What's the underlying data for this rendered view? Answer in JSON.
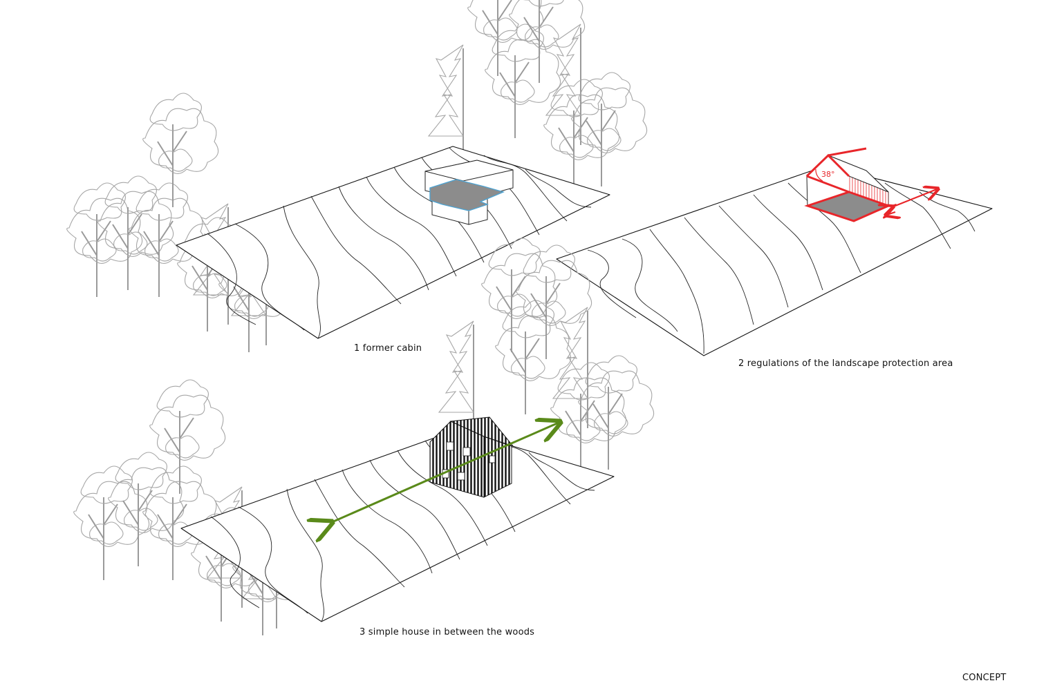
{
  "panels": [
    {
      "id": "panel-1",
      "caption": "1 former cabin"
    },
    {
      "id": "panel-2",
      "caption": "2 regulations of the landscape protection area",
      "roof_angle_label": "38°"
    },
    {
      "id": "panel-3",
      "caption": "3 simple house in between the woods"
    }
  ],
  "footer_label": "CONCEPT",
  "colors": {
    "tree": "#a6a6a6",
    "terrain_line": "#111111",
    "former_cabin_outline": "#4fa3d1",
    "regulation": "#e8262a",
    "view_axis": "#5a8a1a",
    "house": "#111111",
    "footprint": "#8c8c8c"
  },
  "icons": [
    "tree-icon",
    "cabin-icon",
    "house-icon",
    "double-arrow-icon"
  ]
}
